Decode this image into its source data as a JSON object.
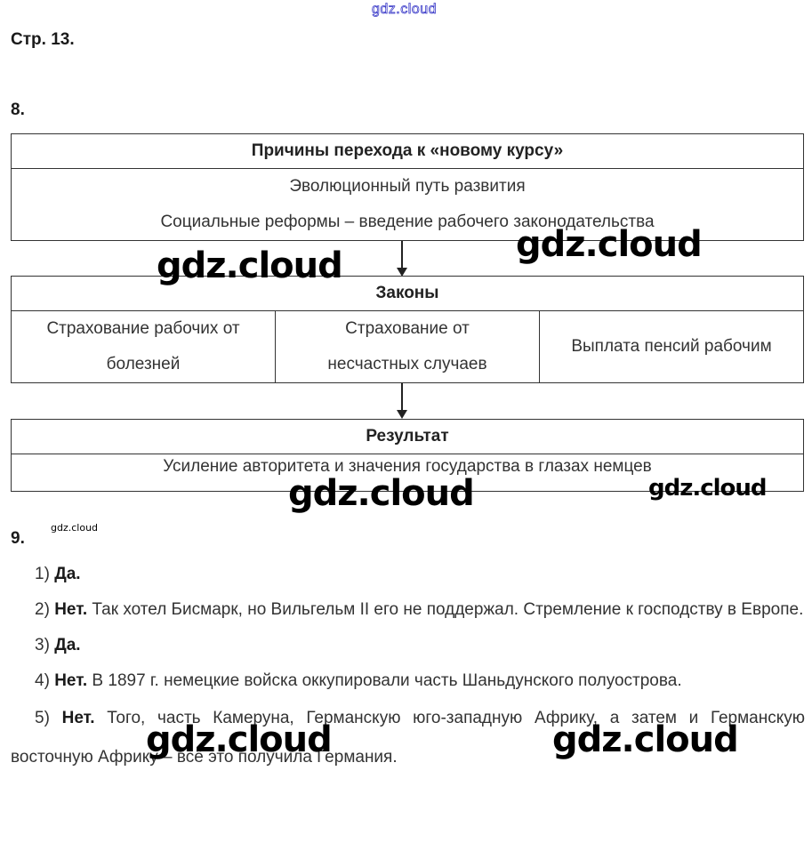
{
  "watermarks": {
    "top": "gdz.cloud",
    "overlay": "gdz.cloud"
  },
  "page_ref": "Стр. 13.",
  "task8": {
    "number": "8.",
    "causes": {
      "title": "Причины перехода к «новому курсу»",
      "items": [
        "Эволюционный путь развития",
        "Социальные реформы – введение рабочего законодательства"
      ]
    },
    "laws": {
      "title": "Законы",
      "items": [
        [
          "Страхование рабочих от",
          "болезней"
        ],
        [
          "Страхование от",
          "несчастных случаев"
        ],
        [
          "Выплата пенсий рабочим"
        ]
      ]
    },
    "result": {
      "title": "Результат",
      "text": "Усиление авторитета и значения государства в глазах немцев"
    }
  },
  "task9": {
    "number": "9.",
    "answers": [
      {
        "num": "1)",
        "verdict": "Да.",
        "text": ""
      },
      {
        "num": "2)",
        "verdict": "Нет.",
        "text": "Так хотел Бисмарк, но Вильгельм II его не поддержал. Стремление к господству в Европе."
      },
      {
        "num": "3)",
        "verdict": "Да.",
        "text": ""
      },
      {
        "num": "4)",
        "verdict": "Нет.",
        "text": "В 1897 г. немецкие войска оккупировали часть Шаньдунского полуострова."
      },
      {
        "num": "5)",
        "verdict": "Нет.",
        "text": "Того, часть Камеруна, Германскую юго-западную Африку, а затем и Германскую восточную Африку – всё это получила Германия."
      }
    ]
  }
}
